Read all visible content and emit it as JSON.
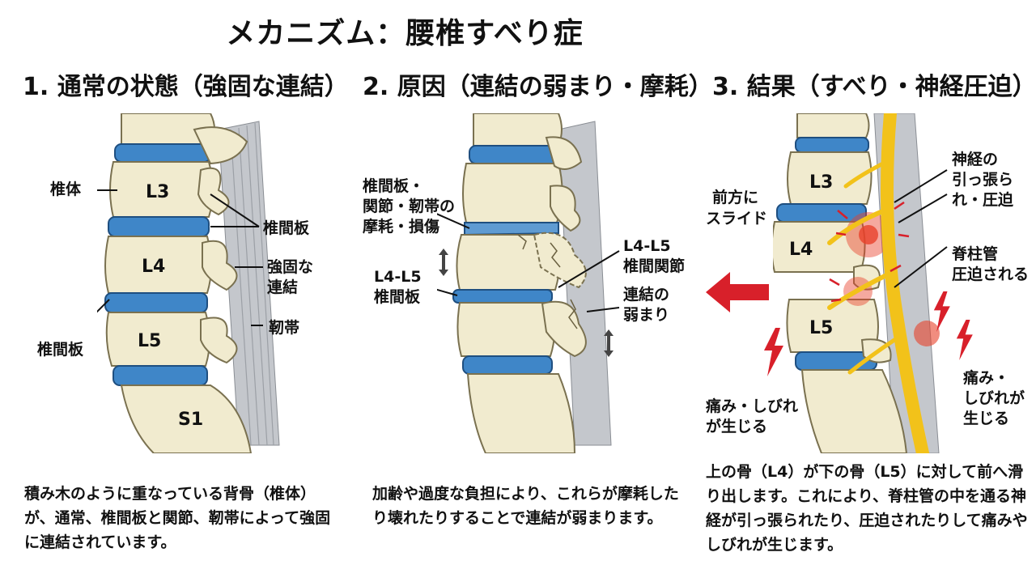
{
  "title": "メカニズム：腰椎すべり症",
  "panels": {
    "p1": {
      "heading": "1. 通常の状態（強固な連結）",
      "vertebra_labels": [
        "L3",
        "L4",
        "L5",
        "S1"
      ],
      "labels": {
        "vertebral_body": "椎体",
        "disc_right": "椎間板",
        "strong_connection_1": "強固な",
        "strong_connection_2": "連結",
        "ligament": "靭帯",
        "disc_left": "椎間板"
      },
      "caption": "積み木のように重なっている背骨（椎体）が、通常、椎間板と関節、靭帯によって強固に連結されています。"
    },
    "p2": {
      "heading": "2. 原因（連結の弱まり・摩耗）",
      "labels": {
        "wear_1": "椎間板・",
        "wear_2": "関節・靭帯の",
        "wear_3": "摩耗・損傷",
        "disc_1": "L4-L5",
        "disc_2": "椎間板",
        "joint_1": "L4-L5",
        "joint_2": "椎間関節",
        "weak_1": "連結の",
        "weak_2": "弱まり"
      },
      "caption": "加齢や過度な負担により、これらが摩耗したり壊れたりすることで連結が弱まります。"
    },
    "p3": {
      "heading": "3. 結果（すべり・神経圧迫）",
      "vertebra_labels": [
        "L3",
        "L4",
        "L5"
      ],
      "labels": {
        "slide_1": "前方に",
        "slide_2": "スライド",
        "nerve_1": "神経の",
        "nerve_2": "引っ張ら",
        "nerve_3": "れ・圧迫",
        "canal_1": "脊柱管",
        "canal_2": "圧迫される",
        "pain_right_1": "痛み・",
        "pain_right_2": "しびれが",
        "pain_right_3": "生じる",
        "pain_left_1": "痛み・しびれ",
        "pain_left_2": "が生じる"
      },
      "caption": "上の骨（L4）が下の骨（L5）に対して前へ滑り出します。これにより、脊柱管の中を通る神経が引っ張られたり、圧迫されたりして痛みやしびれが生じます。"
    }
  },
  "colors": {
    "bone": "#f1ebcf",
    "bone_edge": "#7a7150",
    "disc": "#3f86c8",
    "nerve": "#f2c21a",
    "inflammation": "#e8412a",
    "arrow": "#d8202a",
    "ligament": "#b8bcc2"
  },
  "icons": [
    "double-arrow-icon",
    "left-arrow-icon",
    "lightning-icon"
  ]
}
